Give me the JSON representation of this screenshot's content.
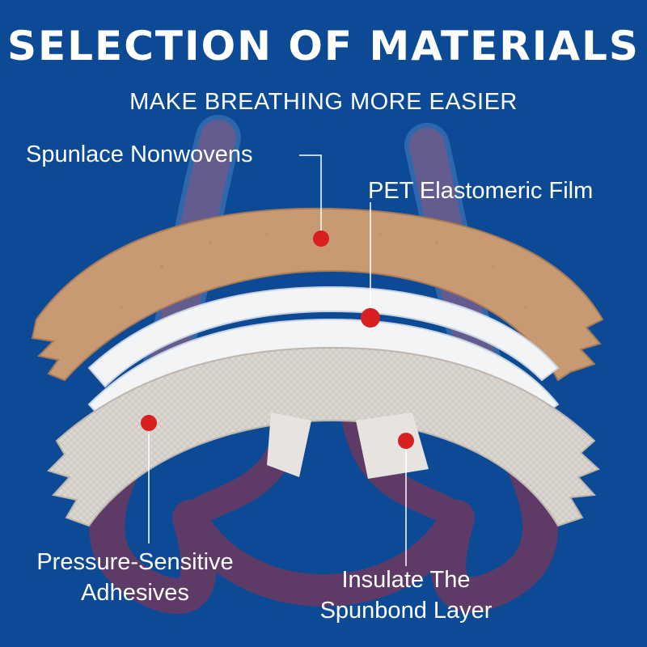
{
  "header": {
    "title": "SELECTION OF MATERIALS",
    "subtitle": "MAKE BREATHING MORE EASIER"
  },
  "labels": {
    "spunlace": "Spunlace Nonwovens",
    "pet": "PET Elastomeric Film",
    "adhesive_line1": "Pressure-Sensitive",
    "adhesive_line2": "Adhesives",
    "spunbond_line1": "Insulate The",
    "spunbond_line2": "Spunbond Layer"
  },
  "colors": {
    "background": "#0d4a96",
    "nose_outline": "#5e3a67",
    "spunlace_layer": "#c89a73",
    "pet_layer": "#f2f4f6",
    "spunbond_layer": "#dcd7d2",
    "marker": "#d7201f",
    "text": "#ffffff"
  }
}
